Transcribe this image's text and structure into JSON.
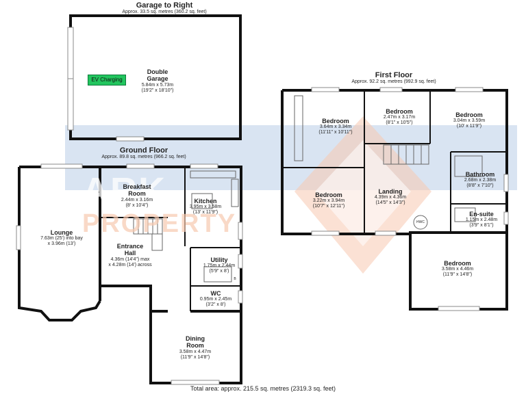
{
  "headers": {
    "garage": {
      "title": "Garage to Right",
      "area": "Approx. 33.5 sq. metres (360.2 sq. feet)"
    },
    "ground": {
      "title": "Ground Floor",
      "area": "Approx. 89.8 sq. metres (966.2 sq. feet)"
    },
    "first": {
      "title": "First Floor",
      "area": "Approx. 92.2 sq. metres (992.9 sq. feet)"
    }
  },
  "watermark": {
    "line1": "ARK",
    "line2": "PROPERTY"
  },
  "ev_label": "EV Charging",
  "tags": {
    "wc_small": "HWC",
    "b_small": "B"
  },
  "rooms": {
    "garage": {
      "name": "Double\nGarage",
      "dims": "5.84m x 5.73m\n(19'2\" x 18'10\")"
    },
    "breakfast": {
      "name": "Breakfast\nRoom",
      "dims": "2.44m x 3.16m\n(8' x 10'4\")"
    },
    "kitchen": {
      "name": "Kitchen",
      "dims": "3.95m x 3.58m\n(13' x 11'9\")"
    },
    "lounge": {
      "name": "Lounge",
      "dims": "7.63m (25') into bay\nx 3.96m (13')"
    },
    "hall": {
      "name": "Entrance\nHall",
      "dims": "4.36m (14'4\") max\nx 4.28m (14') across"
    },
    "utility": {
      "name": "Utility",
      "dims": "1.75m x 2.44m\n(5'9\" x 8')"
    },
    "wc": {
      "name": "WC",
      "dims": "0.95m x 2.45m\n(3'2\" x 8')"
    },
    "dining": {
      "name": "Dining\nRoom",
      "dims": "3.58m x 4.47m\n(11'9\" x 14'8\")"
    },
    "bed1": {
      "name": "Bedroom",
      "dims": "3.64m x 3.34m\n(11'11\" x 10'11\")"
    },
    "bed2": {
      "name": "Bedroom",
      "dims": "2.47m x 3.17m\n(8'1\" x 10'5\")"
    },
    "bed3": {
      "name": "Bedroom",
      "dims": "3.04m x 3.59m\n(10' x 11'9\")"
    },
    "bathroom": {
      "name": "Bathroom",
      "dims": "2.68m x 2.38m\n(8'8\" x 7'10\")"
    },
    "bed4": {
      "name": "Bedroom",
      "dims": "3.22m x 3.94m\n(10'7\" x 12'11\")"
    },
    "landing": {
      "name": "Landing",
      "dims": "4.39m x 4.36m\n(14'5\" x 14'3\")"
    },
    "ensuite": {
      "name": "En-suite",
      "dims": "1.15m x 2.48m\n(3'9\" x 8'1\")"
    },
    "bed5": {
      "name": "Bedroom",
      "dims": "3.58m x 4.46m\n(11'9\" x 14'8\")"
    }
  },
  "footer": "Total area: approx. 215.5 sq. metres (2319.3 sq. feet)"
}
